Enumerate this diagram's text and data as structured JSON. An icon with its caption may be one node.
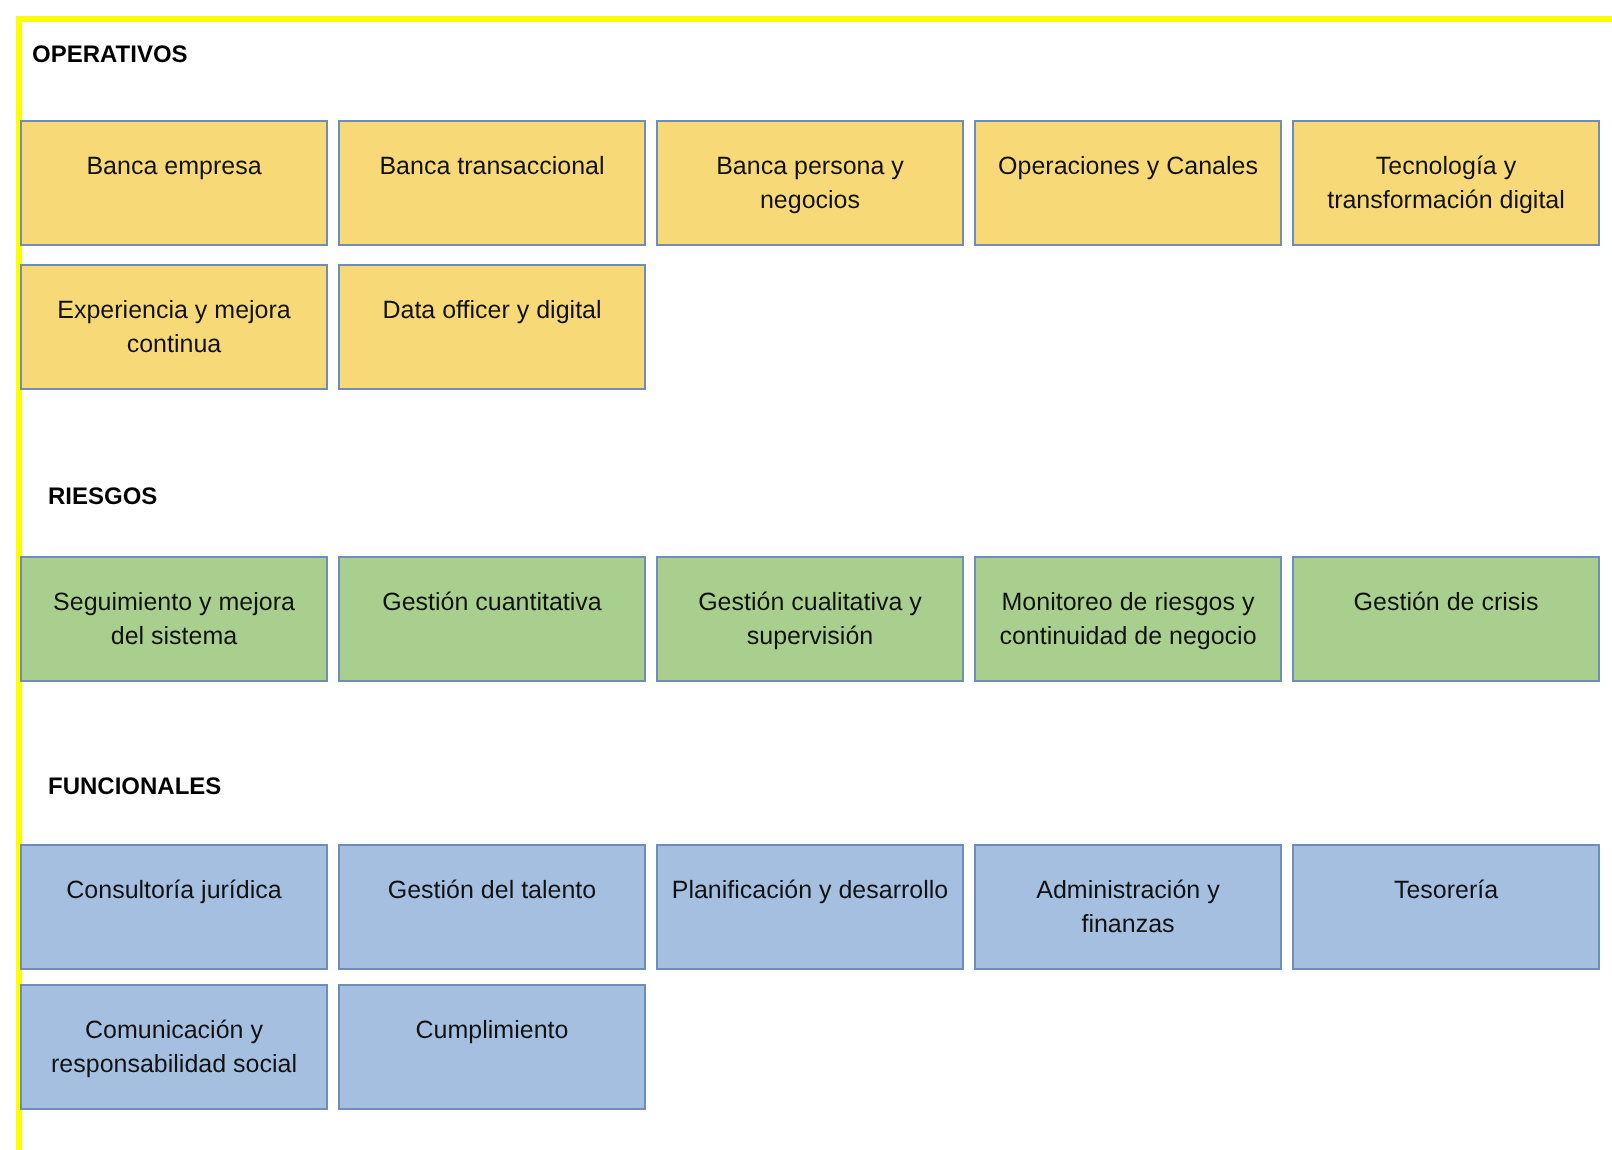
{
  "diagram": {
    "nodes": [
      {
        "text": [
          "Banca empresa"
        ]
      },
      {
        "text": [
          "Banca transaccional"
        ]
      },
      {
        "text": [
          "Banca persona y negocios"
        ]
      },
      {
        "text": [
          "Operaciones y Canales"
        ]
      },
      {
        "text": [
          "Tecnología y transformación digital"
        ]
      },
      {
        "text": [
          "Experiencia y mejora continua"
        ]
      },
      {
        "text": [
          "Data officer y digital"
        ]
      },
      {
        "text": [
          "Seguimiento y mejora del sistema"
        ]
      },
      {
        "text": [
          "Gestión cuantitativa"
        ]
      },
      {
        "text": [
          "Gestión cualitativa y supervisión"
        ]
      },
      {
        "text": [
          "Monitoreo de riesgos y continuidad de negocio"
        ]
      },
      {
        "text": [
          "Gestión de crisis"
        ]
      },
      {
        "text": [
          "Consultoría jurídica"
        ]
      },
      {
        "text": [
          "Gestión del talento"
        ]
      },
      {
        "text": [
          "Planificación y desarrollo"
        ]
      },
      {
        "text": [
          "Administración y finanzas"
        ]
      },
      {
        "text": [
          "Tesorería"
        ]
      },
      {
        "text": [
          "Comunicación y responsabilidad social"
        ]
      },
      {
        "text": [
          "Cumplimiento"
        ]
      }
    ],
    "labels": [
      "OPERATIVOS",
      "RIESGOS",
      "FUNCIONALES"
    ]
  }
}
